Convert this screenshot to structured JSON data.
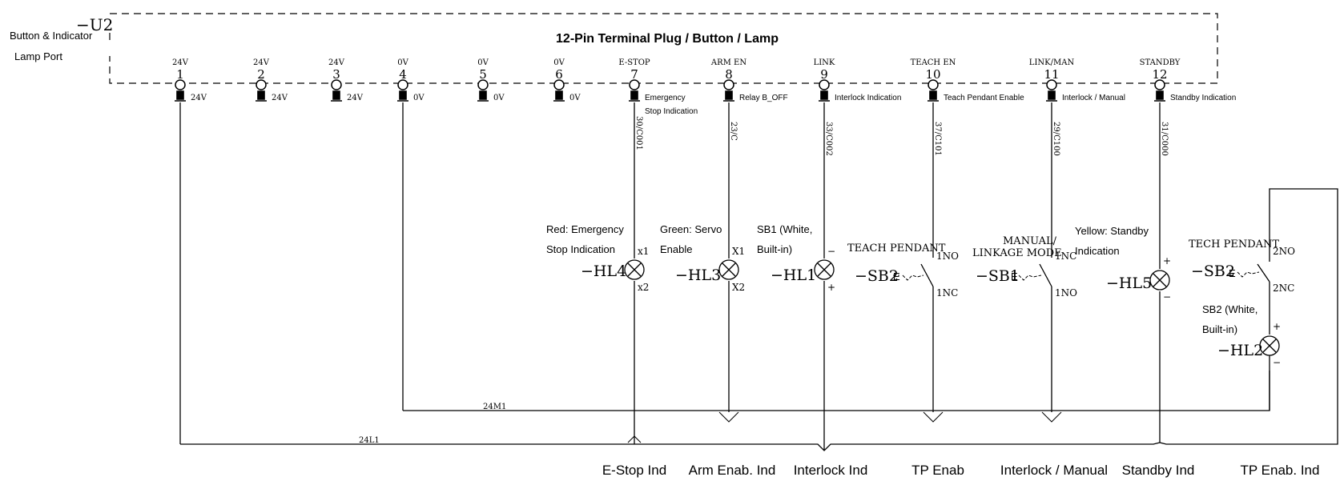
{
  "device": {
    "tag": "−U2",
    "name_line1": "Button & Indicator",
    "name_line2": "Lamp Port",
    "title": "12-Pin Terminal Plug / Button / Lamp"
  },
  "pins": [
    {
      "num": "1",
      "top": "24V",
      "side": "24V"
    },
    {
      "num": "2",
      "top": "24V",
      "side": "24V"
    },
    {
      "num": "3",
      "top": "24V",
      "side": "24V"
    },
    {
      "num": "4",
      "top": "0V",
      "side": "0V"
    },
    {
      "num": "5",
      "top": "0V",
      "side": "0V"
    },
    {
      "num": "6",
      "top": "0V",
      "side": "0V"
    },
    {
      "num": "7",
      "top": "E-STOP",
      "side": "Emergency",
      "side2": "Stop Indication"
    },
    {
      "num": "8",
      "top": "ARM EN",
      "side": "Relay B_OFF"
    },
    {
      "num": "9",
      "top": "LINK",
      "side": "Interlock Indication"
    },
    {
      "num": "10",
      "top": "TEACH EN",
      "side": "Teach Pendant Enable"
    },
    {
      "num": "11",
      "top": "LINK/MAN",
      "side": "Interlock / Manual"
    },
    {
      "num": "12",
      "top": "STANDBY",
      "side": "Standby Indication"
    }
  ],
  "wire_labels": {
    "w7": "30/C001",
    "w8": "23/C",
    "w9": "33/C002",
    "w10": "37/C101",
    "w11": "29/C100",
    "w12": "31/C000",
    "net_0v": "24M1",
    "net_24v": "24L1"
  },
  "components": {
    "hl4": {
      "tag": "−HL4",
      "desc1": "Red: Emergency",
      "desc2": "Stop Indication",
      "t1": "x1",
      "t2": "x2"
    },
    "hl3": {
      "tag": "−HL3",
      "desc1": "Green: Servo",
      "desc2": "Enable",
      "t1": "X1",
      "t2": "X2"
    },
    "hl1": {
      "tag": "−HL1",
      "desc1": "SB1 (White,",
      "desc2": "Built-in)",
      "t1": "−",
      "t2": "+"
    },
    "sb2a": {
      "tag": "−SB2",
      "desc1": "TEACH PENDANT",
      "t1": "1NO",
      "t2": "1NC"
    },
    "sb1": {
      "tag": "−SB1",
      "desc1": "MANUAL/",
      "desc2": "LINKAGE MODE",
      "t1": "1NC",
      "t2": "1NO"
    },
    "hl5": {
      "tag": "−HL5",
      "desc1": "Yellow: Standby",
      "desc2": "Indication",
      "t1": "+",
      "t2": "−"
    },
    "sb2b": {
      "tag": "−SB2",
      "desc1": "TECH PENDANT",
      "t1": "2NO",
      "t2": "2NC"
    },
    "hl2": {
      "tag": "−HL2",
      "desc1": "SB2 (White,",
      "desc2": "Built-in)",
      "t1": "+",
      "t2": "−"
    },
    "actuator": "E"
  },
  "outputs": [
    "E-Stop Ind",
    "Arm Enab. Ind",
    "Interlock Ind",
    "TP Enab",
    "Interlock / Manual",
    "Standby Ind",
    "TP Enab. Ind"
  ]
}
